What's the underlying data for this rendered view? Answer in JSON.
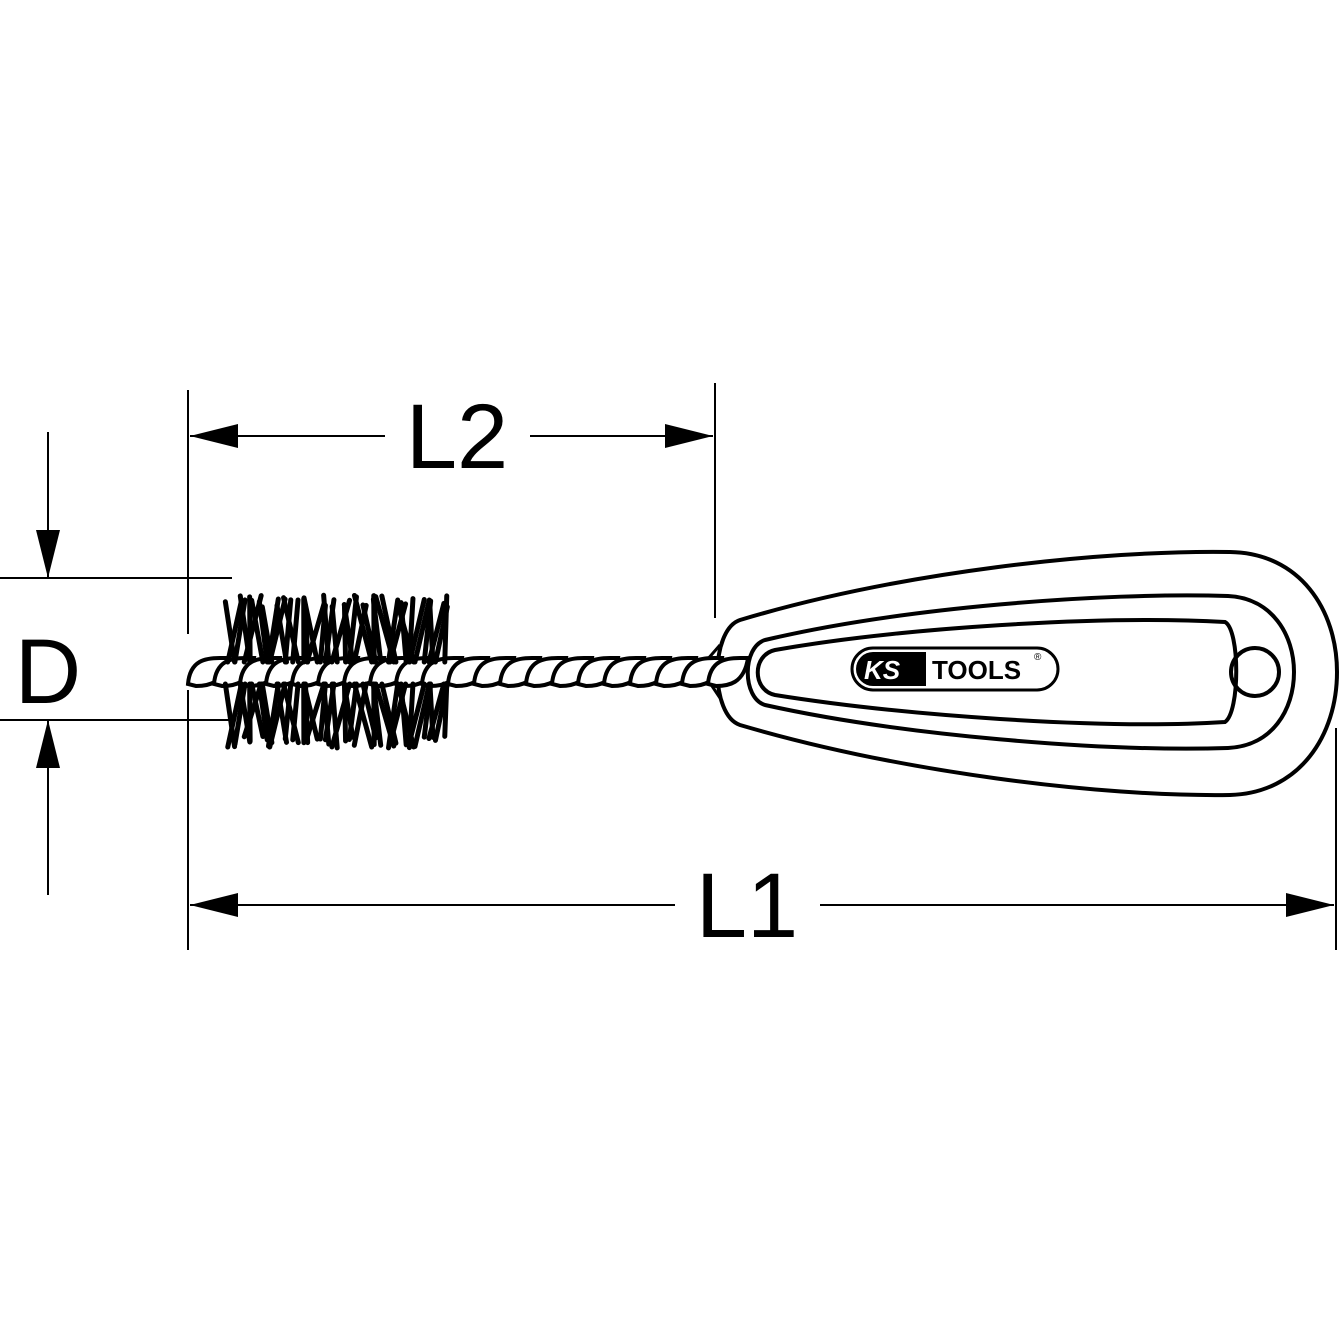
{
  "dimensions": {
    "diameter_label": "D",
    "brush_length_label": "L2",
    "overall_length_label": "L1"
  },
  "logo": {
    "brand_left": "KS",
    "brand_right": "TOOLS",
    "registered_mark": "®"
  },
  "colors": {
    "line": "#000000",
    "background": "#ffffff"
  }
}
